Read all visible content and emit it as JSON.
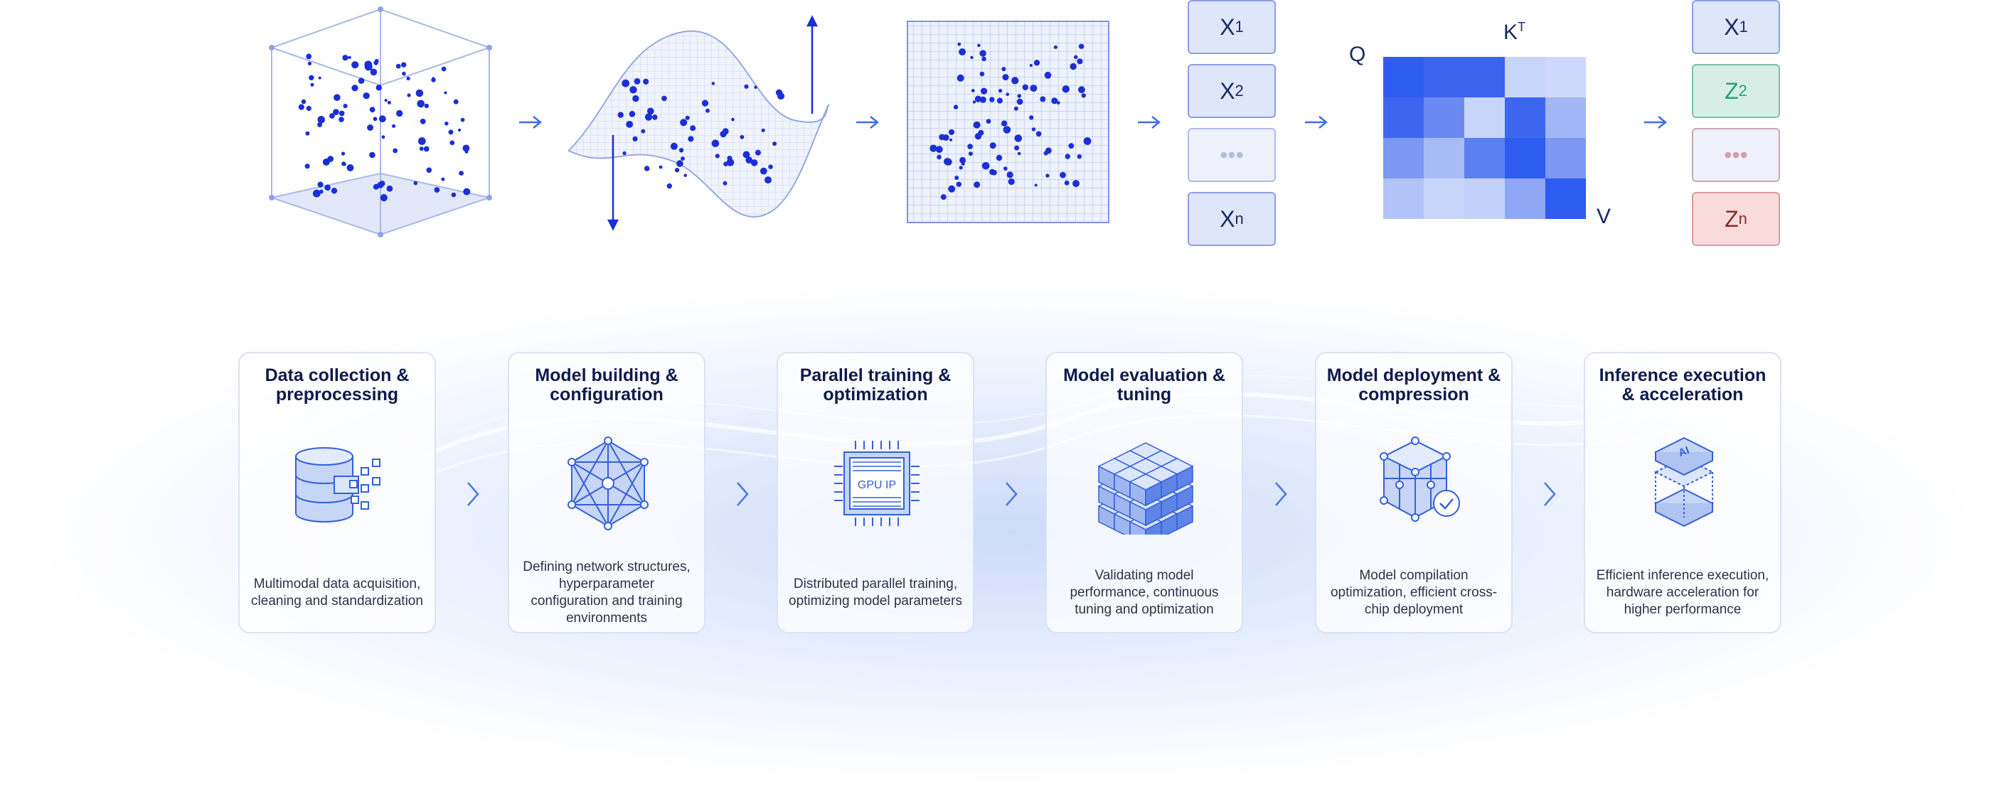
{
  "pipeline": {
    "tokens_in": [
      {
        "letter": "X",
        "sub": "1"
      },
      {
        "letter": "X",
        "sub": "2"
      },
      {
        "letter": "•••",
        "sub": ""
      },
      {
        "letter": "X",
        "sub": "n"
      }
    ],
    "tokens_out": [
      {
        "letter": "X",
        "sub": "1"
      },
      {
        "letter": "Z",
        "sub": "2"
      },
      {
        "letter": "•••",
        "sub": ""
      },
      {
        "letter": "Z",
        "sub": "n"
      }
    ],
    "matrix_labels": {
      "q": "Q",
      "k": "K",
      "k_sup": "T",
      "v": "V"
    }
  },
  "stages": [
    {
      "title": "Data collection & preprocessing",
      "desc": "Multimodal data acquisition, cleaning and standardization",
      "icon": "database-icon"
    },
    {
      "title": "Model building & configuration",
      "desc": "Defining network structures, hyperparameter configuration and training environments",
      "icon": "network-hexagon-icon"
    },
    {
      "title": "Parallel training & optimization",
      "desc": "Distributed parallel training, optimizing model parameters",
      "icon": "gpu-chip-icon",
      "chip_label": "GPU IP"
    },
    {
      "title": "Model evaluation & tuning",
      "desc": "Validating model performance, continuous tuning and optimization",
      "icon": "cube-grid-icon"
    },
    {
      "title": "Model deployment & compression",
      "desc": "Model compilation optimization, efficient cross-chip deployment",
      "icon": "deploy-check-icon"
    },
    {
      "title": "Inference execution & acceleration",
      "desc": "Efficient inference execution, hardware acceleration for higher performance",
      "icon": "ai-stack-icon",
      "chip_label": "AI"
    }
  ],
  "colors": {
    "accent": "#1a2fd6",
    "card_border": "#dbe3f2",
    "title": "#0d1b4d",
    "icon_fill": "#b9cbf3",
    "icon_stroke": "#3560d8"
  }
}
